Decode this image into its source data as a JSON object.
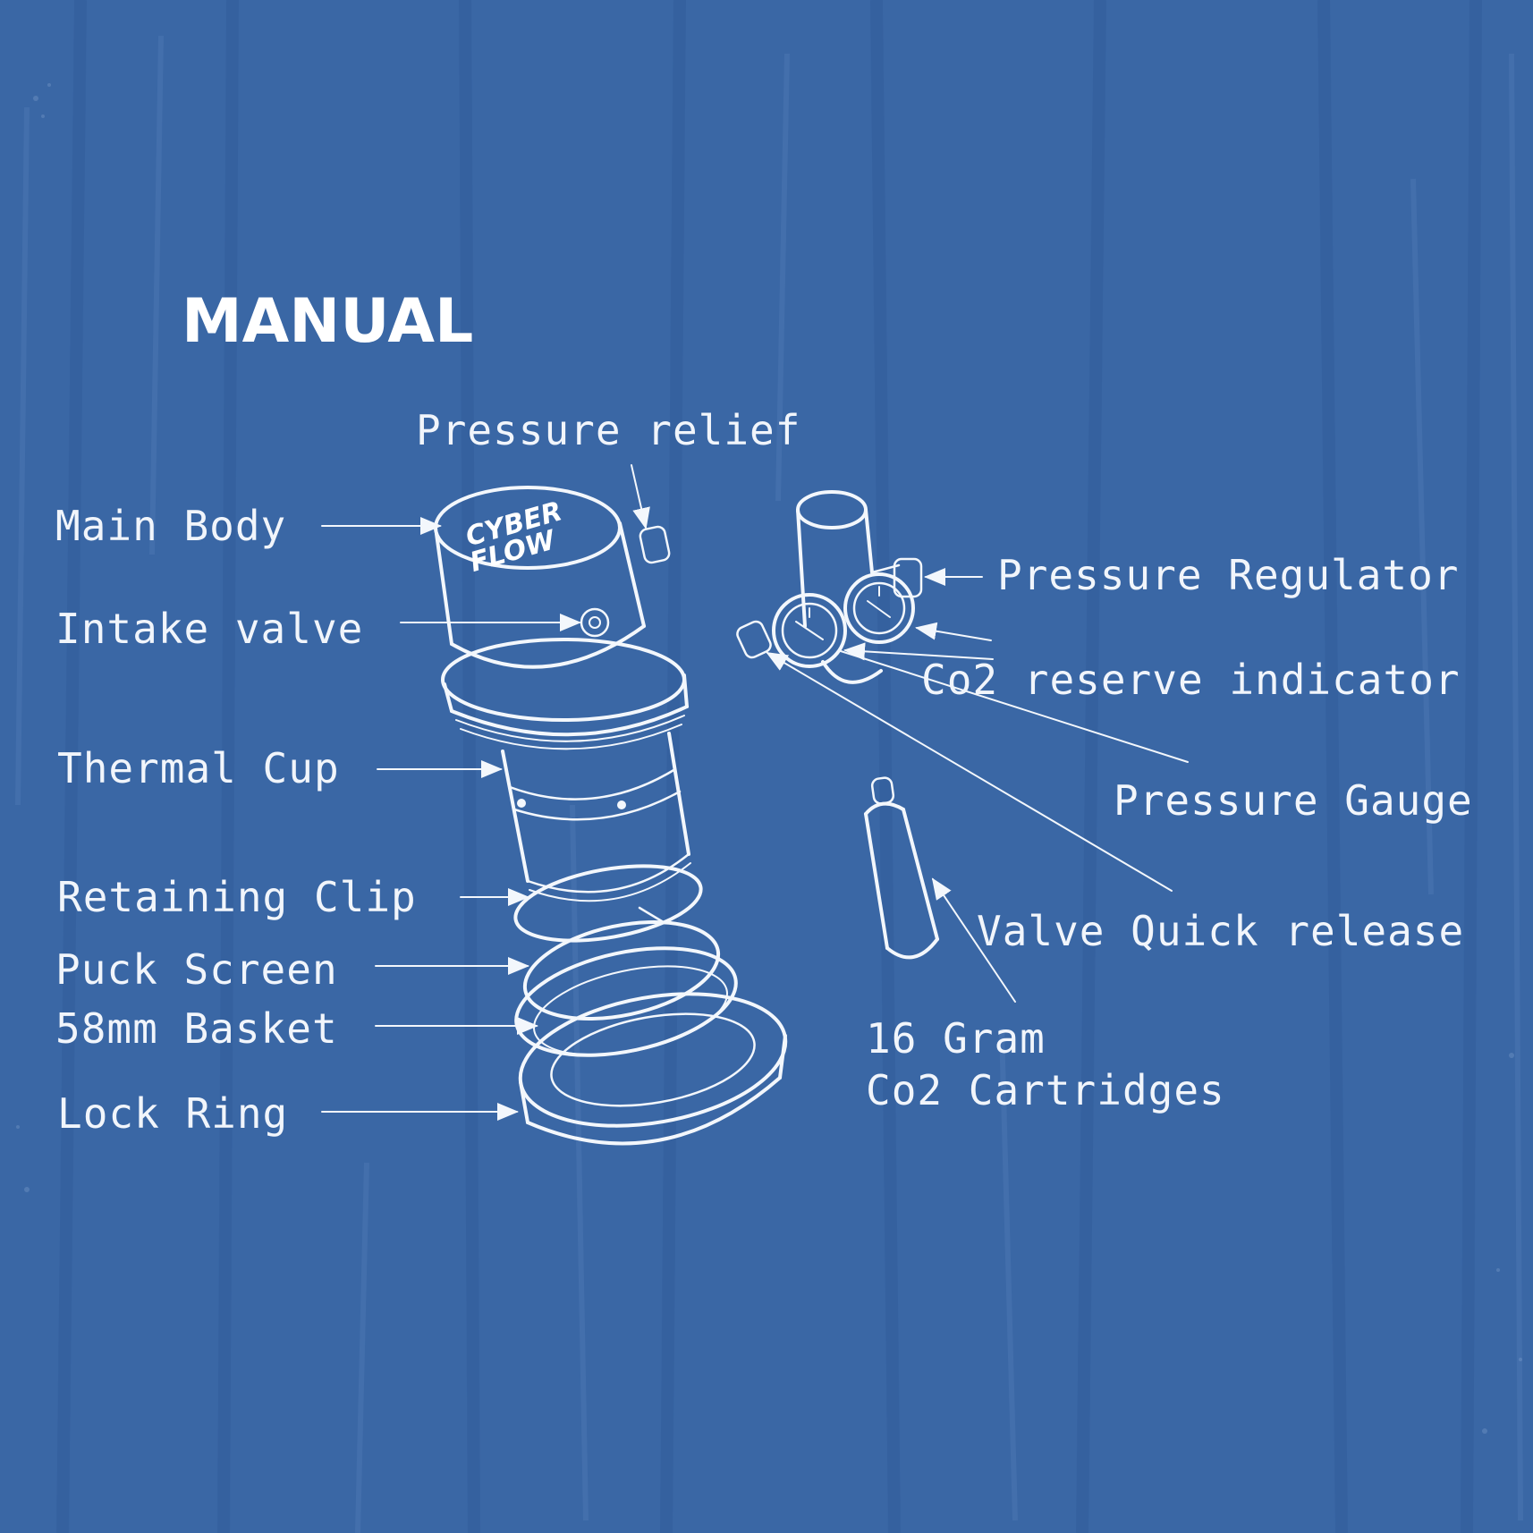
{
  "title": "MANUAL",
  "brand": {
    "line1": "CYBER",
    "line2": "FLOW"
  },
  "labels": {
    "pressure_relief": "Pressure relief",
    "main_body": "Main Body",
    "intake_valve": "Intake valve",
    "thermal_cup": "Thermal Cup",
    "retaining_clip": "Retaining Clip",
    "puck_screen": "Puck Screen",
    "basket": "58mm Basket",
    "lock_ring": "Lock Ring",
    "pressure_regulator": "Pressure Regulator",
    "co2_reserve_indicator": "Co2 reserve indicator",
    "pressure_gauge": "Pressure Gauge",
    "valve_quick_release": "Valve Quick release",
    "cartridges_line1": "16 Gram",
    "cartridges_line2": "Co2 Cartridges"
  },
  "colors": {
    "background": "#3a67a5",
    "ink": "#f3f7fc"
  }
}
